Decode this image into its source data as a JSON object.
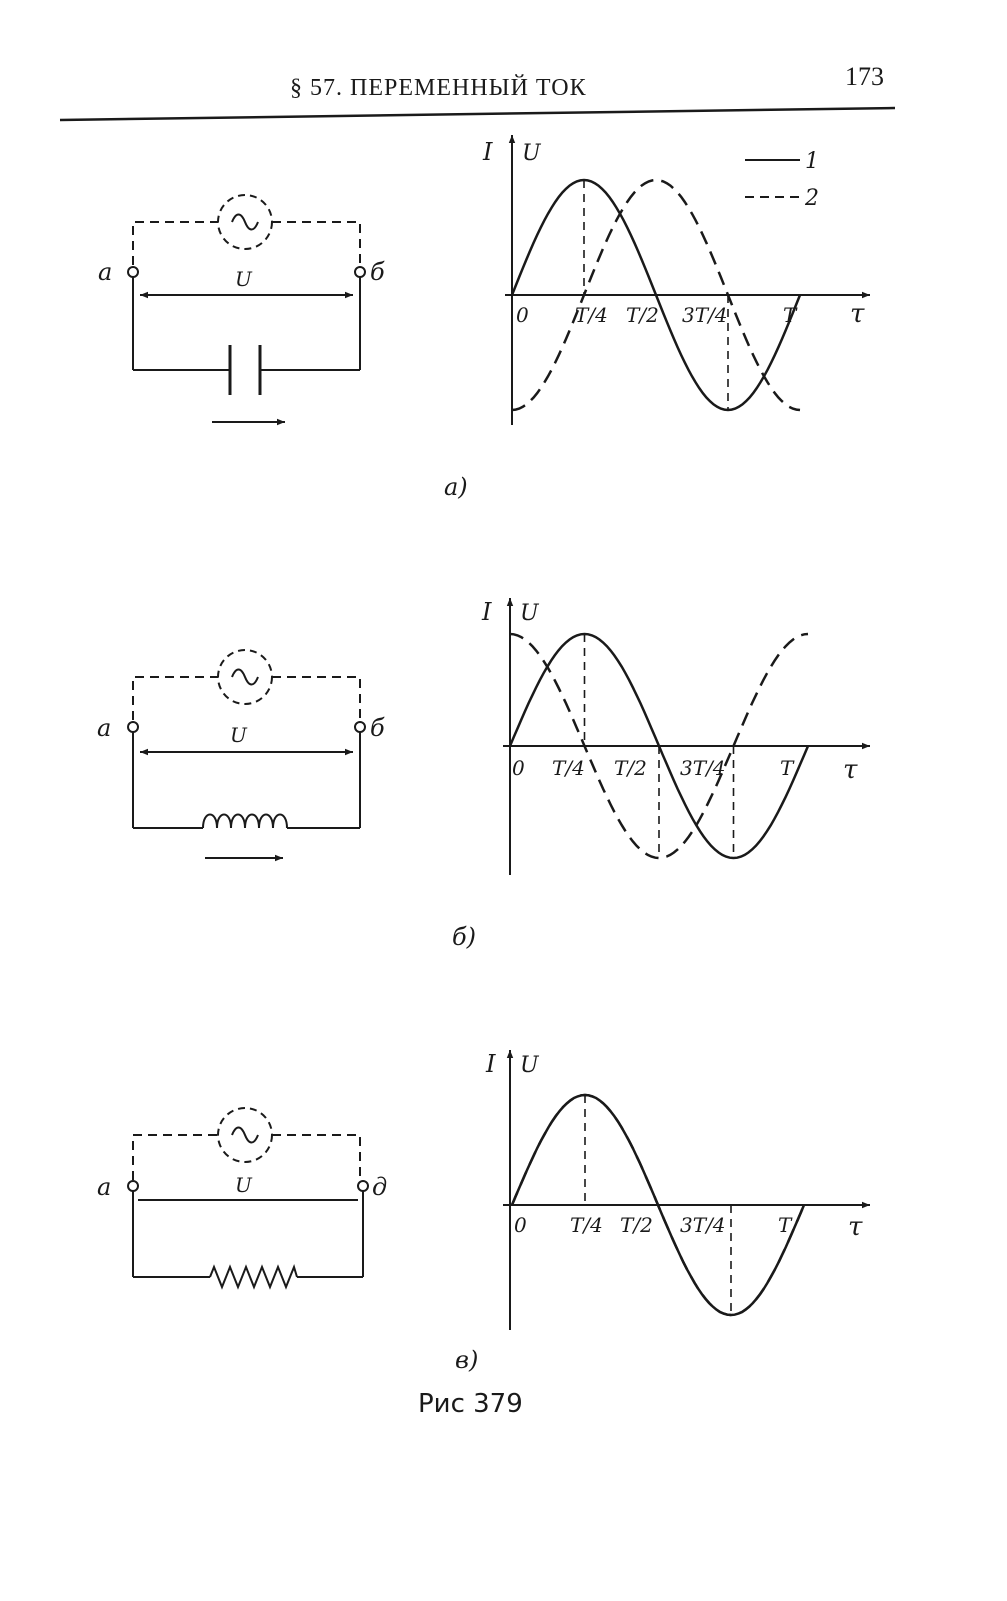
{
  "header": {
    "section_title": "§ 57. ПЕРЕМЕННЫЙ ТОК",
    "page_number": "173"
  },
  "legend": {
    "solid_label": "1",
    "dashed_label": "2"
  },
  "circuit_labels": {
    "left_terminal": "а",
    "right_terminal": "б",
    "right_terminal_c": "д",
    "voltage": "U"
  },
  "axis_labels": {
    "y_current": "I",
    "y_voltage": "U",
    "x_time": "τ"
  },
  "panel_labels": [
    "а)",
    "б)",
    "в)"
  ],
  "figure_caption": "Рис  379",
  "chart_data": [
    {
      "type": "line",
      "panel": "а)",
      "x_tick_labels": [
        "0",
        "T/4",
        "T/2",
        "3T/4",
        "T"
      ],
      "x": [
        0,
        0.25,
        0.5,
        0.75,
        1.0
      ],
      "series": [
        {
          "name": "1",
          "style": "solid",
          "values": [
            0,
            1,
            0,
            -1,
            0
          ]
        },
        {
          "name": "2",
          "style": "dashed",
          "values": [
            -1,
            0,
            1,
            0,
            -1
          ]
        }
      ]
    },
    {
      "type": "line",
      "panel": "б)",
      "x_tick_labels": [
        "0",
        "T/4",
        "T/2",
        "3T/4",
        "T"
      ],
      "x": [
        0,
        0.25,
        0.5,
        0.75,
        1.0
      ],
      "series": [
        {
          "name": "1",
          "style": "solid",
          "values": [
            0,
            1,
            0,
            -1,
            0
          ]
        },
        {
          "name": "2",
          "style": "dashed",
          "values": [
            1,
            0,
            -1,
            0,
            1
          ]
        }
      ]
    },
    {
      "type": "line",
      "panel": "в)",
      "x_tick_labels": [
        "0",
        "T/4",
        "T/2",
        "3T/4",
        "T"
      ],
      "x": [
        0,
        0.25,
        0.5,
        0.75,
        1.0
      ],
      "series": [
        {
          "name": "1",
          "style": "solid",
          "values": [
            0,
            1,
            0,
            -1,
            0
          ]
        },
        {
          "name": "2",
          "style": "dashed",
          "values": [
            0,
            0.95,
            0,
            -1.05,
            0
          ]
        }
      ]
    }
  ]
}
